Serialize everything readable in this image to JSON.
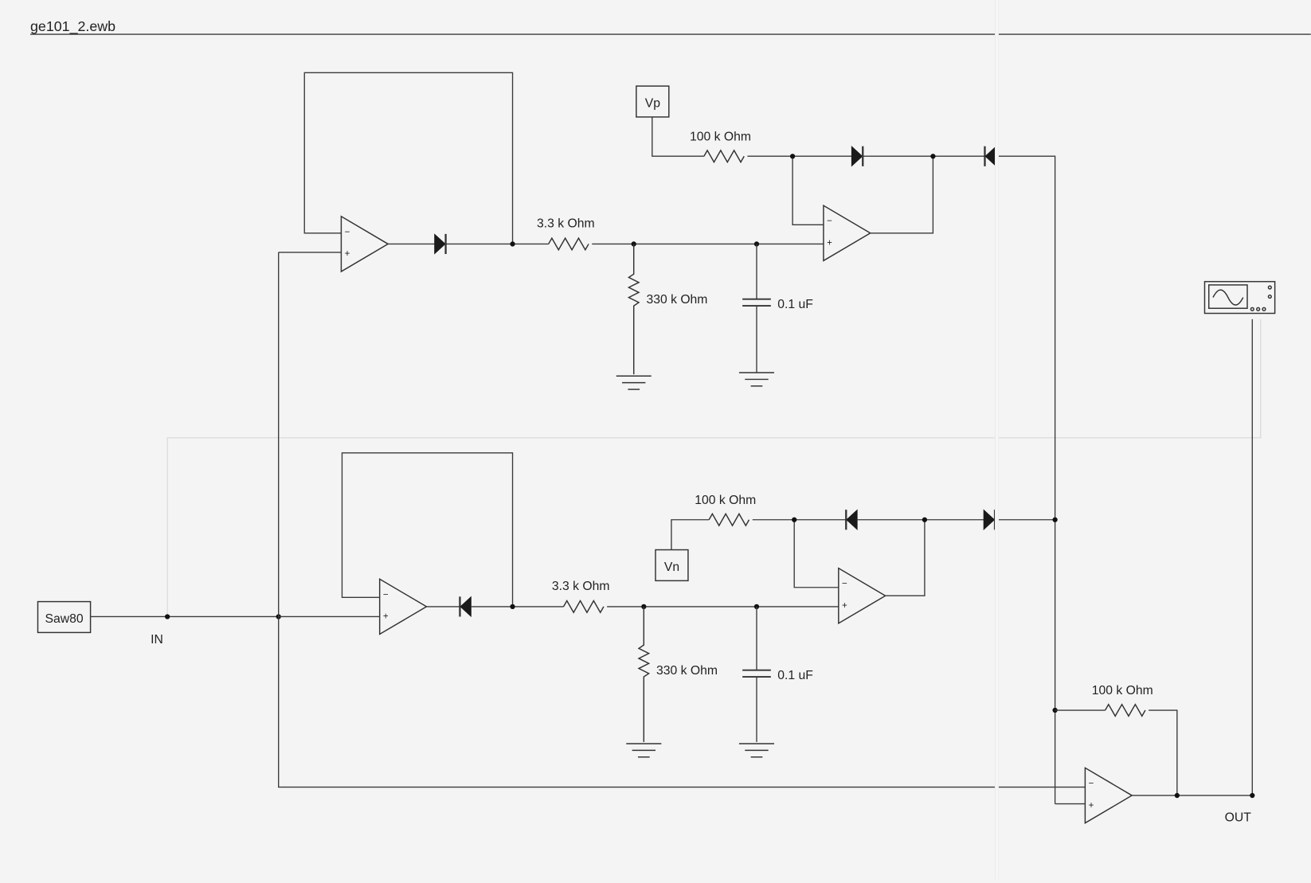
{
  "title": "ge101_2.ewb",
  "sources": {
    "input": "Saw80",
    "positive_ref": "Vp",
    "negative_ref": "Vn"
  },
  "nodes": {
    "input": "IN",
    "output": "OUT"
  },
  "upper_channel": {
    "feedback_resistor": "100 k Ohm",
    "series_resistor": "3.3 k Ohm",
    "shunt_resistor": "330 k Ohm",
    "capacitor": "0.1 uF"
  },
  "lower_channel": {
    "feedback_resistor": "100 k Ohm",
    "series_resistor": "3.3 k Ohm",
    "shunt_resistor": "330 k Ohm",
    "capacitor": "0.1 uF"
  },
  "output_stage": {
    "feedback_resistor": "100 k Ohm"
  },
  "opamp_pins": {
    "inverting": "−",
    "non_inverting": "+"
  },
  "icons": {
    "instrument": "oscilloscope-icon"
  }
}
